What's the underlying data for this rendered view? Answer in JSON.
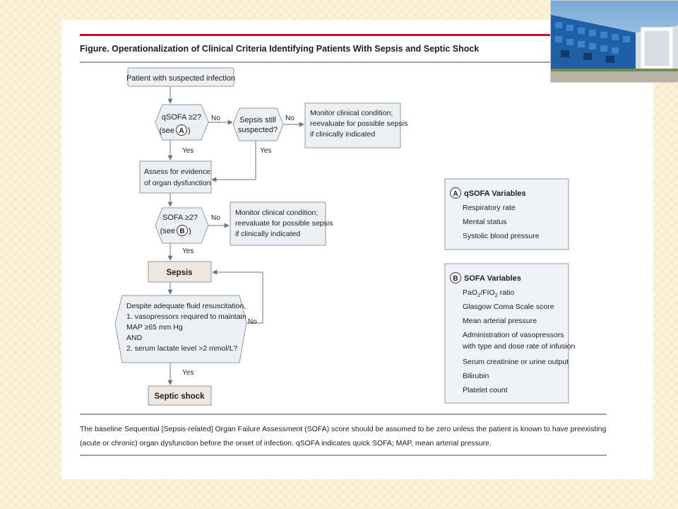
{
  "figure": {
    "title": "Figure. Operationalization of Clinical Criteria Identifying Patients With Sepsis and Septic Shock",
    "accent_color": "#c8102e"
  },
  "flow": {
    "start": "Patient with suspected infection",
    "qsofa_q": {
      "line1": "qSOFA ≥2?",
      "line2": "(see",
      "ref": "A",
      "line2_end": ")"
    },
    "sepsis_q": {
      "line1": "Sepsis still",
      "line2": "suspected?"
    },
    "monitor_box": [
      "Monitor clinical condition;",
      "reevaluate for possible sepsis",
      "if clinically indicated"
    ],
    "assess_box": [
      "Assess for evidence",
      "of organ dysfunction"
    ],
    "sofa_q": {
      "line1": "SOFA ≥2?",
      "line2": "(see",
      "ref": "B",
      "line2_end": ")"
    },
    "monitor_box2": [
      "Monitor clinical condition;",
      "reevaluate for possible sepsis",
      "if clinically indicated"
    ],
    "sepsis": "Sepsis",
    "shock_q": [
      "Despite adequate fluid resuscitation,",
      "1. vasopressors required to maintain",
      "MAP ≥65 mm Hg",
      "AND",
      "2. serum lactate level >2 mmol/L?"
    ],
    "septic_shock": "Septic shock",
    "yes_label": "Yes",
    "no_label": "No"
  },
  "qsofa_panel": {
    "badge": "A",
    "title": "qSOFA Variables",
    "items": [
      "Respiratory rate",
      "Mental status",
      "Systolic blood pressure"
    ]
  },
  "sofa_panel": {
    "badge": "B",
    "title": "SOFA Variables",
    "pao2": {
      "a": "PaO",
      "a_sub": "2",
      "b": "/FIO",
      "b_sub": "2",
      "c": " ratio"
    },
    "items": [
      "Glasgow Coma Scale score",
      "Mean arterial pressure",
      "Administration of vasopressors",
      "with type and dose rate of infusion",
      "Serum creatinine or urine output",
      "Bilirubin",
      "Platelet count"
    ]
  },
  "caption": {
    "line1": "The baseline Sequential [Sepsis-related] Organ Failure Assessment (SOFA) score should be assumed to be zero unless the patient is known to have preexisting",
    "line2": "(acute or chronic) organ dysfunction before the onset of infection. qSOFA indicates quick SOFA; MAP, mean arterial pressure."
  }
}
